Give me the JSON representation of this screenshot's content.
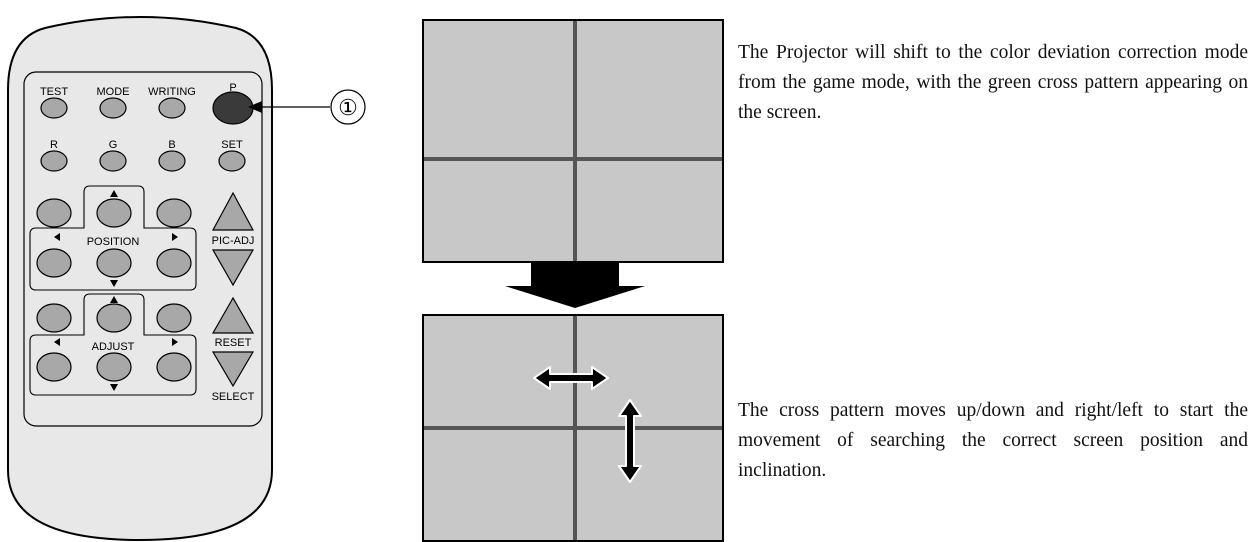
{
  "remote": {
    "buttons": {
      "test": "TEST",
      "mode": "MODE",
      "writing": "WRITING",
      "p": "P",
      "r": "R",
      "g": "G",
      "b": "B",
      "set": "SET",
      "position": "POSITION",
      "pic_adj": "PIC-ADJ",
      "adjust": "ADJUST",
      "reset": "RESET",
      "select": "SELECT"
    },
    "callout": "①"
  },
  "descriptions": {
    "step1": "The Projector will shift to the color deviation correction mode from the game mode, with the green cross pattern appearing on the screen.",
    "step2": "The cross pattern moves up/down and right/left to start the movement of searching the correct screen position and inclination."
  },
  "colors": {
    "screen_bg": "#c8c8c8",
    "cross_line": "#555555",
    "remote_body": "#e8e8e8",
    "button": "#a8a8a8",
    "p_button": "#3a3a3a"
  }
}
